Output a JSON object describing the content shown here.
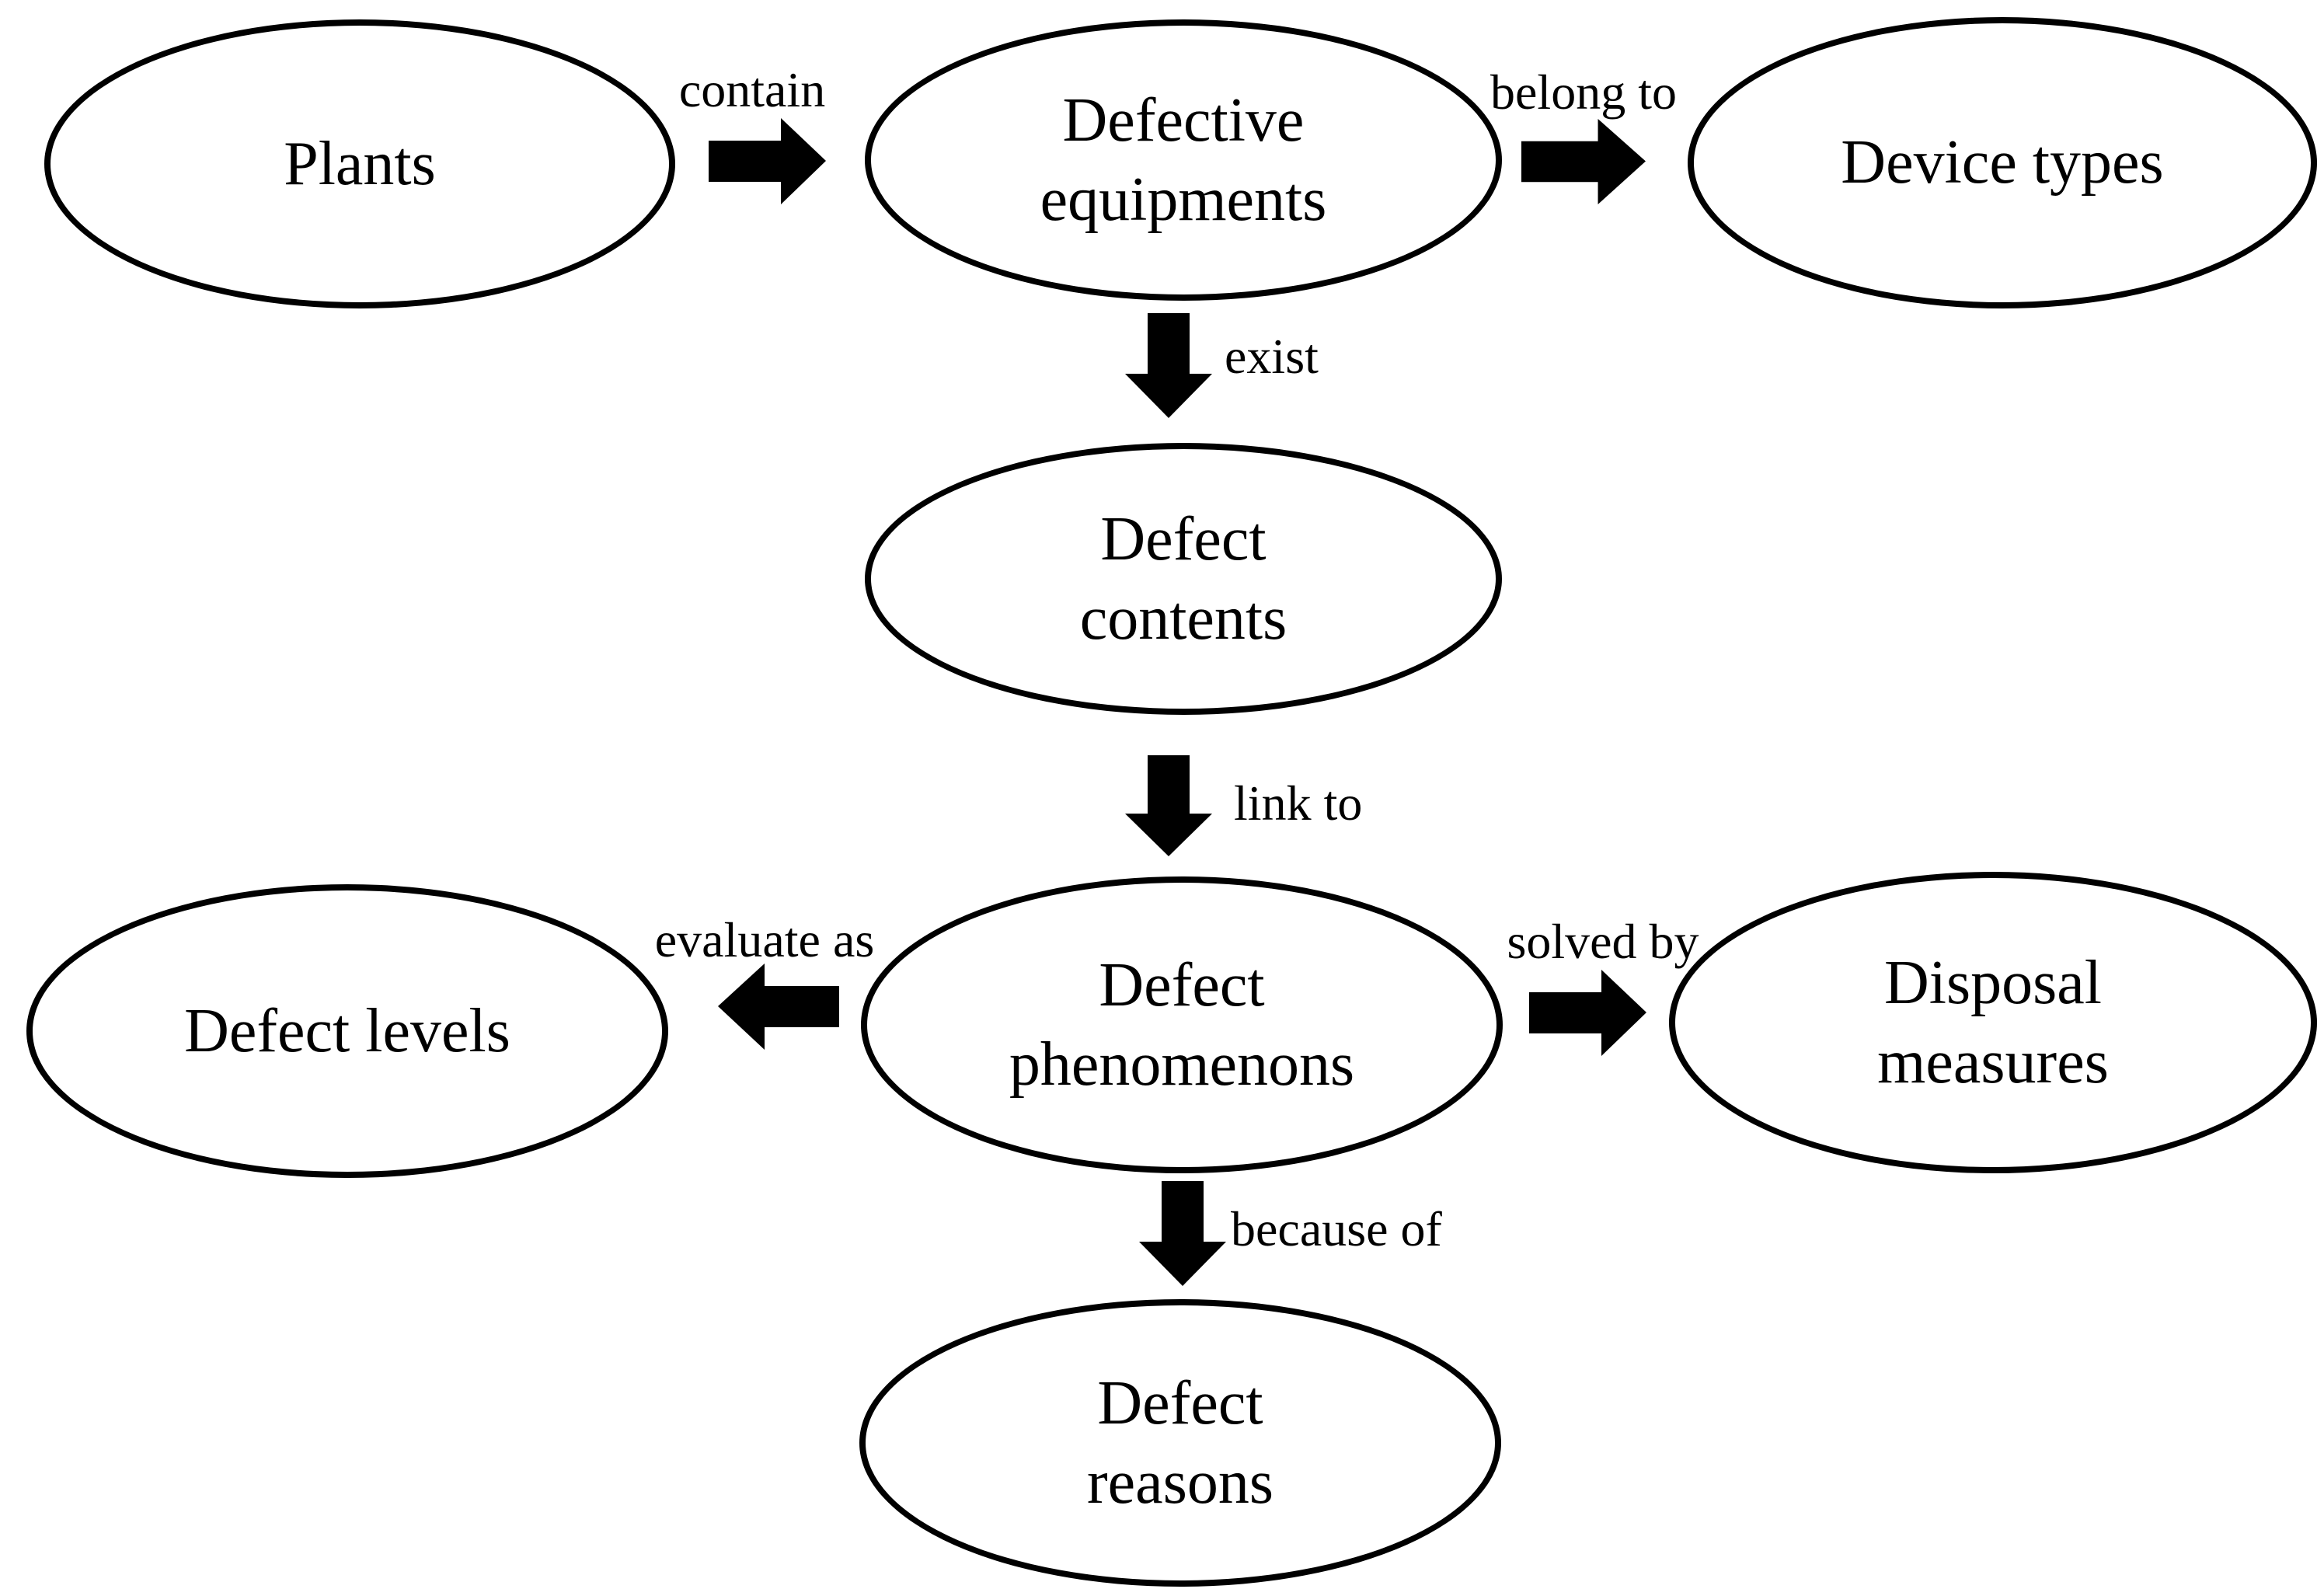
{
  "diagram": {
    "type": "concept-graph",
    "background_color": "#ffffff",
    "stroke_color": "#000000",
    "text_color": "#000000"
  },
  "nodes": {
    "plants": {
      "label": "Plants"
    },
    "defective_equipments": {
      "label": "Defective\nequipments"
    },
    "device_types": {
      "label": "Device types"
    },
    "defect_contents": {
      "label": "Defect\ncontents"
    },
    "defect_levels": {
      "label": "Defect levels"
    },
    "defect_phenomenons": {
      "label": "Defect\nphenomenons"
    },
    "disposal_measures": {
      "label": "Disposal\nmeasures"
    },
    "defect_reasons": {
      "label": "Defect\nreasons"
    }
  },
  "edges": {
    "contain": {
      "label": "contain",
      "from": "plants",
      "to": "defective_equipments",
      "direction": "right"
    },
    "belong_to": {
      "label": "belong to",
      "from": "defective_equipments",
      "to": "device_types",
      "direction": "right"
    },
    "exist": {
      "label": "exist",
      "from": "defective_equipments",
      "to": "defect_contents",
      "direction": "down"
    },
    "link_to": {
      "label": "link to",
      "from": "defect_contents",
      "to": "defect_phenomenons",
      "direction": "down"
    },
    "evaluate_as": {
      "label": "evaluate as",
      "from": "defect_phenomenons",
      "to": "defect_levels",
      "direction": "left"
    },
    "solved_by": {
      "label": "solved by",
      "from": "defect_phenomenons",
      "to": "disposal_measures",
      "direction": "right"
    },
    "because_of": {
      "label": "because of",
      "from": "defect_phenomenons",
      "to": "defect_reasons",
      "direction": "down"
    }
  }
}
